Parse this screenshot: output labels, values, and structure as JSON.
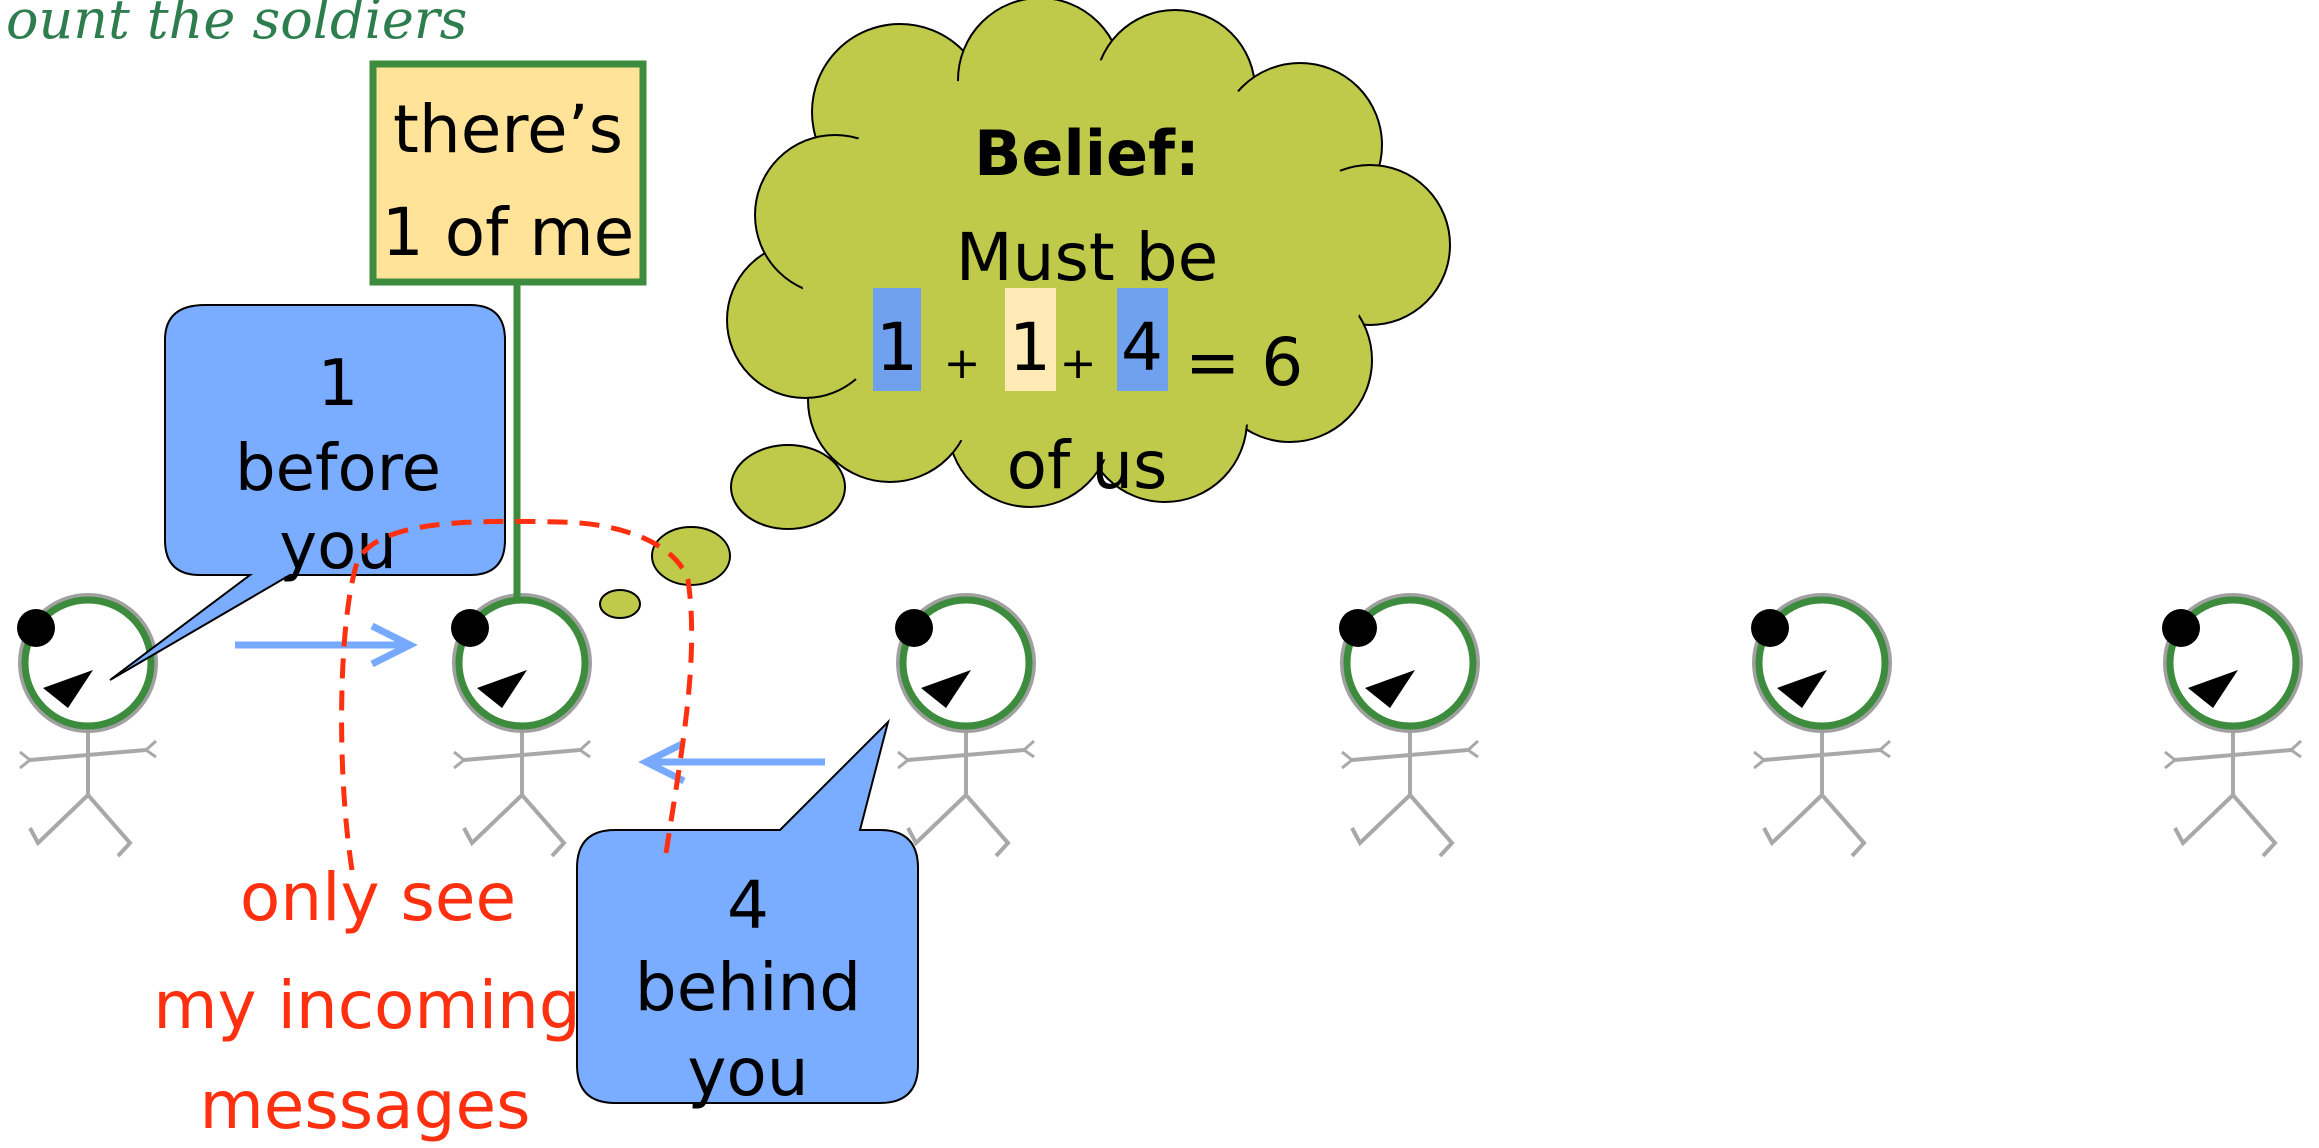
{
  "title_fragment": "ount the soldiers",
  "sign": {
    "line1": "there’s",
    "line2": "1 of me"
  },
  "before_bubble": {
    "line1": "1",
    "line2": "before",
    "line3": "you"
  },
  "behind_bubble": {
    "line1": "4",
    "line2": "behind",
    "line3": "you"
  },
  "thought": {
    "heading": "Belief:",
    "line1": "Must be",
    "term1": "1",
    "plus1": "+",
    "term2": "1",
    "plus2": "+",
    "term3": "4",
    "result": "= 6",
    "line3": "of us"
  },
  "note": {
    "line1": "only see",
    "line2": "my incoming",
    "line3": "messages"
  },
  "soldier_count": 6,
  "colors": {
    "speech_bubble": "#7aadff",
    "thought_cloud": "#bfc94a",
    "sign_fill": "#ffe399",
    "sign_border": "#3d8b3d",
    "note_text": "#ff3010",
    "highlight_blue": "#6fa1ee",
    "highlight_cream": "#ffeab5",
    "arrow": "#77aaff"
  },
  "icons": [
    "soldier-icon",
    "right-arrow-icon",
    "left-arrow-icon"
  ]
}
